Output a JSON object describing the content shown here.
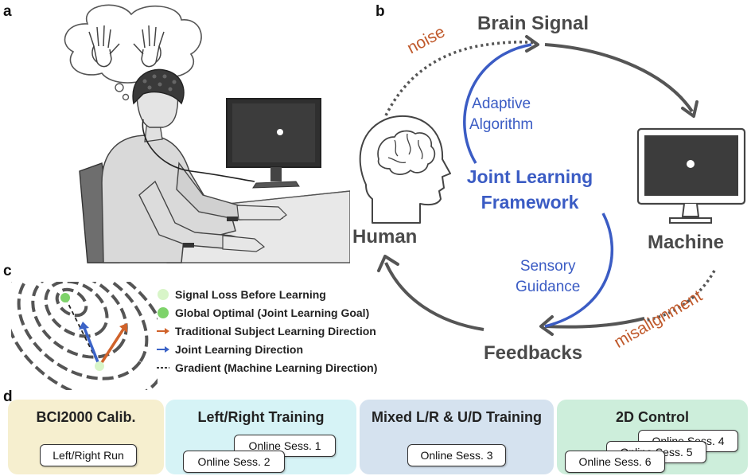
{
  "panels": {
    "a": "a",
    "b": "b",
    "c": "c",
    "d": "d"
  },
  "diagram_b": {
    "brain_signal": "Brain Signal",
    "machine": "Machine",
    "human": "Human",
    "feedbacks": "Feedbacks",
    "adaptive_algorithm": [
      "Adaptive",
      "Algorithm"
    ],
    "sensory_guidance": [
      "Sensory",
      "Guidance"
    ],
    "center": [
      "Joint Learning",
      "Framework"
    ],
    "noise": "noise",
    "misalignment": "misalignment"
  },
  "legend_c": [
    {
      "label": "Signal Loss Before Learning",
      "marker": "light-green-dot",
      "color": "#d8f5c8"
    },
    {
      "label": "Global Optimal (Joint Learning Goal)",
      "marker": "green-dot",
      "color": "#7ed36a"
    },
    {
      "label": "Traditional Subject Learning Direction",
      "marker": "orange-arrow",
      "color": "#d0622a"
    },
    {
      "label": "Joint Learning Direction",
      "marker": "blue-arrow",
      "color": "#3b63c7"
    },
    {
      "label": "Gradient (Machine Learning Direction)",
      "marker": "dashed-line",
      "color": "#222222"
    }
  ],
  "stages_d": [
    {
      "title": "BCI2000 Calib.",
      "color": "#f6efcf",
      "sessions": [
        "Left/Right Run"
      ]
    },
    {
      "title": "Left/Right Training",
      "color": "#d6f3f6",
      "sessions": [
        "Online Sess. 1",
        "Online Sess. 2"
      ]
    },
    {
      "title": "Mixed L/R & U/D Training",
      "color": "#d5e2ef",
      "sessions": [
        "Online Sess. 3"
      ]
    },
    {
      "title": "2D Control",
      "color": "#cdeedb",
      "sessions": [
        "Online Sess. 4",
        "Online Sess. 5",
        "Online Sess. 6"
      ]
    }
  ],
  "colors": {
    "blue": "#3b5cc4",
    "red": "#c05a2c",
    "arrow_gray": "#555555"
  }
}
